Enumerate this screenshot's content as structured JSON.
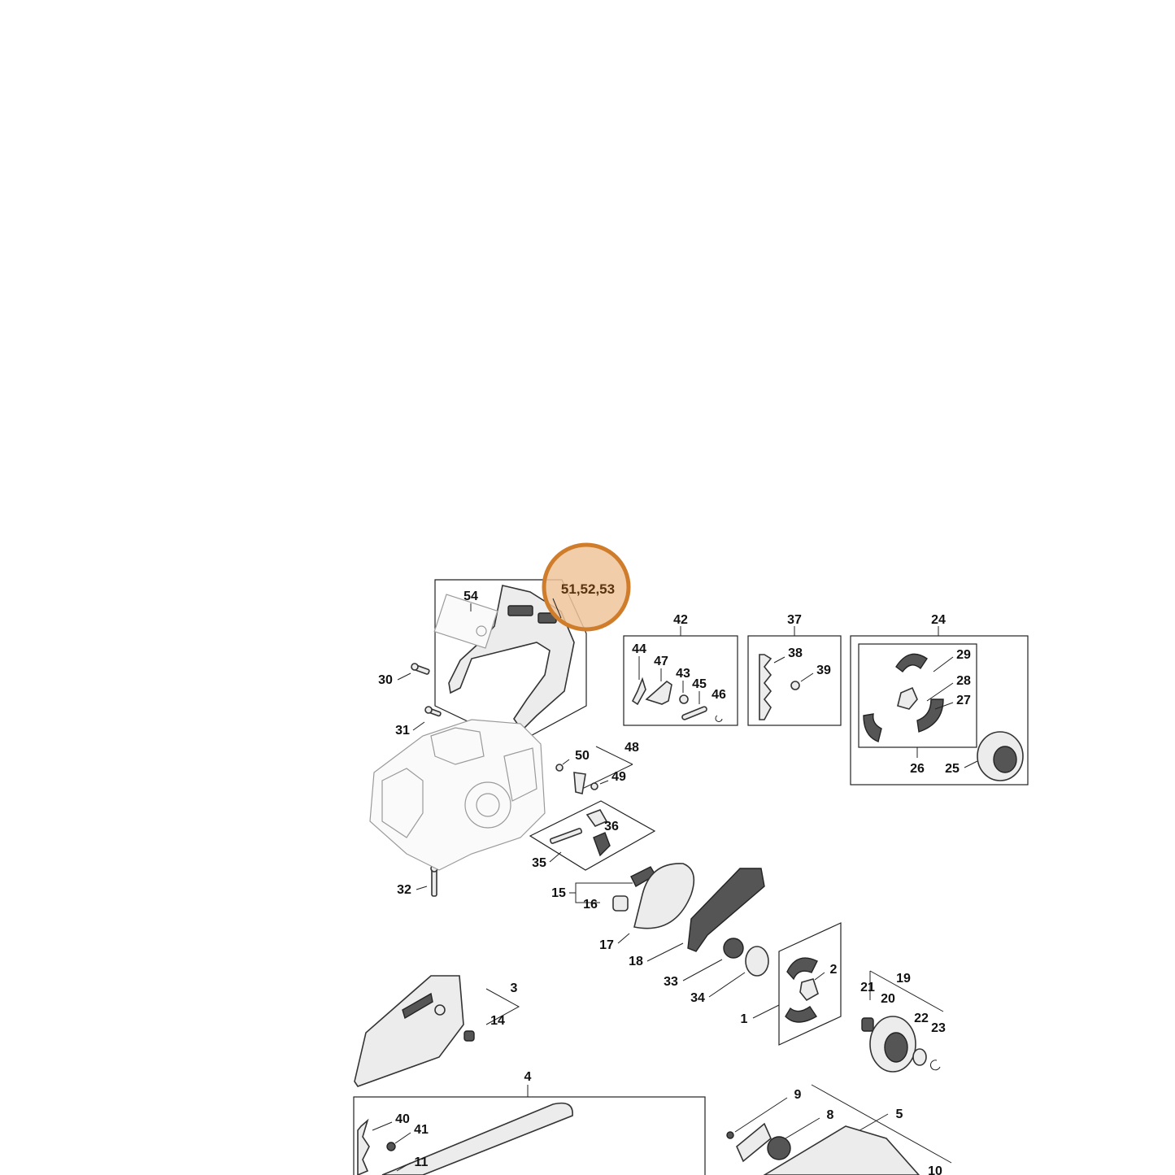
{
  "highlight": {
    "label": "51,52,53",
    "fill": "#f0c49a",
    "stroke": "#cf7c2b"
  },
  "callouts": {
    "c54": "54",
    "c30": "30",
    "c31": "31",
    "c32": "32",
    "c42": "42",
    "c44": "44",
    "c47": "47",
    "c43": "43",
    "c45": "45",
    "c46": "46",
    "c37": "37",
    "c38": "38",
    "c39": "39",
    "c24": "24",
    "c29": "29",
    "c28": "28",
    "c27": "27",
    "c26": "26",
    "c25": "25",
    "c50": "50",
    "c48": "48",
    "c49": "49",
    "c36": "36",
    "c35": "35",
    "c15": "15",
    "c16": "16",
    "c17": "17",
    "c18": "18",
    "c33": "33",
    "c34": "34",
    "c1": "1",
    "c2": "2",
    "c19": "19",
    "c21": "21",
    "c20": "20",
    "c22": "22",
    "c23": "23",
    "c3": "3",
    "c14": "14",
    "c4": "4",
    "c40": "40",
    "c41": "41",
    "c11": "11",
    "c9": "9",
    "c8": "8",
    "c5": "5",
    "c10": "10"
  },
  "icons": {
    "hand-guard": "hand-guard-icon",
    "engine-housing": "engine-housing-icon",
    "chain-sprocket-cover": "sprocket-cover-icon",
    "guide-bar": "guide-bar-icon",
    "clutch-drum": "clutch-drum-icon",
    "brake-band": "brake-band-icon"
  }
}
